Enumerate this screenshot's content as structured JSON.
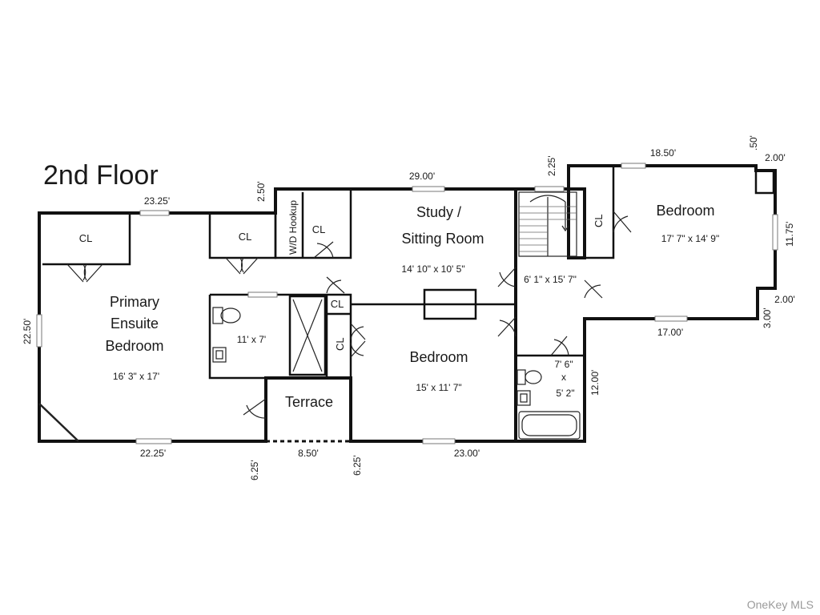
{
  "floor_title": "2nd Floor",
  "watermark": "OneKey MLS",
  "rooms": {
    "primary": {
      "name_lines": [
        "Primary",
        "Ensuite",
        "Bedroom"
      ],
      "size": "16' 3\" x 17'"
    },
    "primary_bath": {
      "size": "11' x 7'"
    },
    "study": {
      "name_lines": [
        "Study /",
        "Sitting Room"
      ],
      "size": "14' 10\" x 10' 5\""
    },
    "bedroom_center": {
      "name": "Bedroom",
      "size": "15' x 11' 7\""
    },
    "bedroom_right": {
      "name": "Bedroom",
      "size": "17' 7\" x 14' 9\""
    },
    "hall": {
      "size": "6' 1\" x 15' 7\""
    },
    "bath_small": {
      "size_lines": [
        "7' 6\"",
        "x",
        "5' 2\""
      ]
    },
    "terrace": {
      "name": "Terrace"
    },
    "wd": {
      "name": "W/D Hookup"
    }
  },
  "closet_label": "CL",
  "dimensions": {
    "top_left": "23.25'",
    "wd_step": "2.50'",
    "top_mid": "29.00'",
    "stair_step": "2.25'",
    "top_right": "18.50'",
    "corner_small": ".50'",
    "right_top": "2.00'",
    "right_side": "11.75'",
    "right_bottom": "2.00'",
    "right_step": "3.00'",
    "right_bottom_len": "17.00'",
    "bath_side": "12.00'",
    "bottom_mid": "23.00'",
    "terrace_right": "6.25'",
    "terrace_width": "8.50'",
    "terrace_left": "6.25'",
    "bottom_left": "22.25'",
    "left_side": "22.50'"
  }
}
